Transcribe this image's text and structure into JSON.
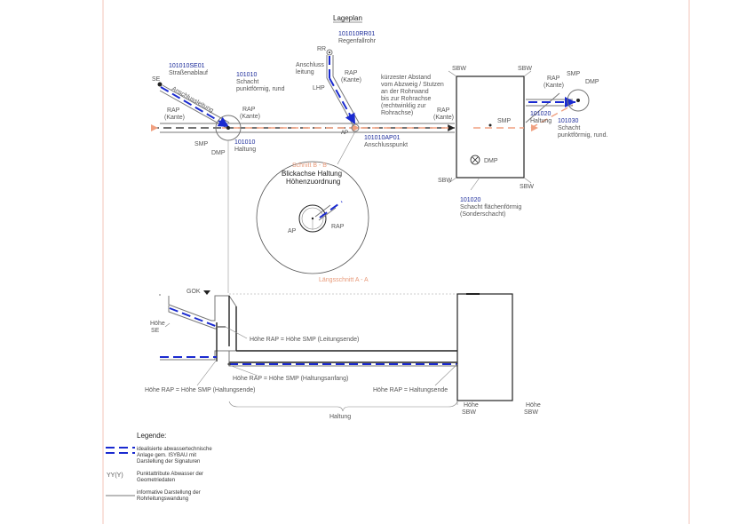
{
  "diagram": {
    "title": "Lageplan",
    "labels": {
      "se": "SE",
      "se_id": "101010SE01",
      "se_name": "Straßenablauf",
      "anschlussleitung_diag": "Anschlussleitung",
      "rap_kante_left_1": "RAP",
      "rap_kante_left_2": "(Kante)",
      "smp_left": "SMP",
      "dmp_left": "DMP",
      "schacht_id": "101010",
      "schacht_1": "Schacht",
      "schacht_2": "punktförmig, rund",
      "rap_kante_mid_1": "RAP",
      "rap_kante_mid_2": "(Kante)",
      "haltung_id": "101010",
      "haltung_name": "Haltung",
      "rr": "RR",
      "rr_id": "101010RR01",
      "rr_name": "Regenfallrohr",
      "anschluss_1": "Anschluss",
      "anschluss_2": "leitung",
      "lhp": "LHP",
      "rap_top_1": "RAP",
      "rap_top_2": "(Kante)",
      "ap": "AP",
      "ap_id": "101010AP01",
      "ap_name": "Anschlusspunkt",
      "kurz_1": "kürzester Abstand",
      "kurz_2": "vom Abzweig / Stutzen",
      "kurz_3": "an der Rohrwand",
      "kurz_4": "bis zur Rohrachse",
      "kurz_5": "(rechtwinklig zur",
      "kurz_6": "Rohrachse)",
      "rap_right_1": "RAP",
      "rap_right_2": "(Kante)",
      "sbw": "SBW",
      "smp_box": "SMP",
      "dmp_box": "DMP",
      "box_id": "101020",
      "box_1": "Schacht flächenförmig",
      "box_2": "(Sonderschacht)",
      "rap_far_1": "RAP",
      "rap_far_2": "(Kante)",
      "smp_far": "SMP",
      "dmp_far": "DMP",
      "haltung2_id": "101020",
      "haltung2_name": "Haltung",
      "schacht2_id": "101030",
      "schacht2_1": "Schacht",
      "schacht2_2": "punktförmig, rund.",
      "schnitt_bb": "Schnitt B - B",
      "blick_1": "Blickachse Haltung",
      "blick_2": "Höhenzuordnung",
      "ap_circle": "AP",
      "rap_circle": "RAP",
      "laengs": "Längsschnitt A - A",
      "gok": "GOK",
      "hoehe_se_1": "Höhe",
      "hoehe_se_2": "SE",
      "rap_smp_leitung": "Höhe RAP = Höhe SMP (Leitungsende)",
      "rap_smp_haltungsanfang": "Höhe RAP = Höhe SMP (Haltungsanfang)",
      "rap_smp_haltungsende": "Höhe RAP = Höhe SMP (Haltungsende)",
      "rap_haltungsende": "Höhe RAP = Haltungsende",
      "hoehe_sbw_1": "Höhe",
      "hoehe_sbw_2": "SBW",
      "haltung_bottom": "Haltung"
    },
    "legend": {
      "title": "Legende:",
      "item1_1": "idealisierte abwassertechnische",
      "item1_2": "Anlage gem. ISYBAU mit",
      "item1_3": "Darstellung der Signaturen",
      "item2_sym": "YY(Y)",
      "item2_1": "Punktattribute Abwasser der",
      "item2_2": "Geometriedaten",
      "item3_1": "informative Darstellung der",
      "item3_2": "Rohrleitungswandung"
    },
    "colors": {
      "ideal_line": "#1a2ad0",
      "accent": "#f0a080",
      "frame": "#f0b8a8"
    }
  }
}
